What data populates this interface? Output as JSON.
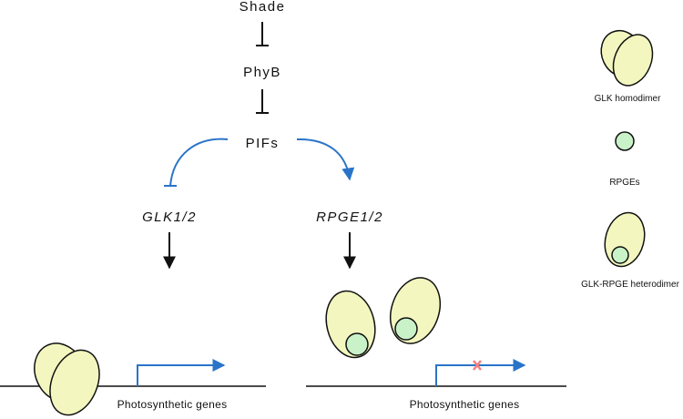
{
  "pathway": {
    "shade": "Shade",
    "phyb": "PhyB",
    "pifs": "PIFs",
    "glk_gene": "GLK1/2",
    "rpge_gene": "RPGE1/2"
  },
  "promoters": {
    "left_caption": "Photosynthetic genes",
    "right_caption": "Photosynthetic genes"
  },
  "legend": {
    "homodimer": "GLK homodimer",
    "rpges": "RPGEs",
    "heterodimer": "GLK-RPGE heterodimer"
  },
  "colors": {
    "protein_fill": "#f3f7bf",
    "rpge_fill": "#c9f2c9",
    "arrow_blue": "#2a74c8",
    "block_mark": "#f08080"
  }
}
